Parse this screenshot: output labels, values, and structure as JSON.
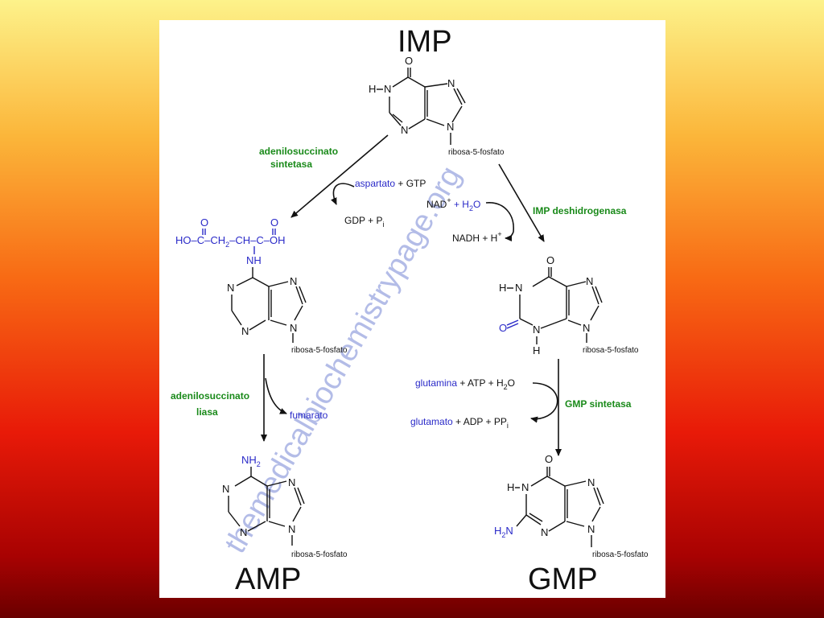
{
  "titles": {
    "imp": "IMP",
    "amp": "AMP",
    "gmp": "GMP"
  },
  "enzymes": {
    "adenylosuccinate_synthetase_1": "adenilosuccinato",
    "adenylosuccinate_synthetase_2": "sintetasa",
    "imp_dehydrogenase": "IMP deshidrogenasa",
    "adenylosuccinate_lyase_1": "adenilosuccinato",
    "adenylosuccinate_lyase_2": "liasa",
    "gmp_synthetase": "GMP sintetasa"
  },
  "cofactors": {
    "aspartate": "aspartato",
    "plus_gtp": " + GTP",
    "gdp": "GDP + P",
    "gdp_sub": "i",
    "nad": "NAD",
    "nad_sup": "+",
    "plus_h2o_1": " + H",
    "plus_h2o_2": "2",
    "plus_h2o_3": "O",
    "nadh": "NADH + H",
    "nadh_sup": "+",
    "fumarate": "fumarato",
    "glutamine": "glutamina",
    "plus_atp_h2o": " + ATP + H",
    "h2o_sub": "2",
    "h2o_o": "O",
    "glutamate": "glutamato",
    "plus_adp_ppi": " + ADP + PP",
    "ppi_sub": "i"
  },
  "ribose_label": "ribosa-5-fosfato",
  "atoms": {
    "O": "O",
    "N": "N",
    "H_dash": "H",
    "H": "H",
    "NH": "NH",
    "NH2": "NH",
    "NH2_sub": "2",
    "H2N": "H",
    "H2N_sub": "2",
    "H2N_N": "N",
    "succ_chain": "HO–C–CH",
    "succ_chain_sub": "2",
    "succ_chain_end": "–CH–C–OH"
  },
  "watermark": "themedicalbiochemistrypage.org"
}
